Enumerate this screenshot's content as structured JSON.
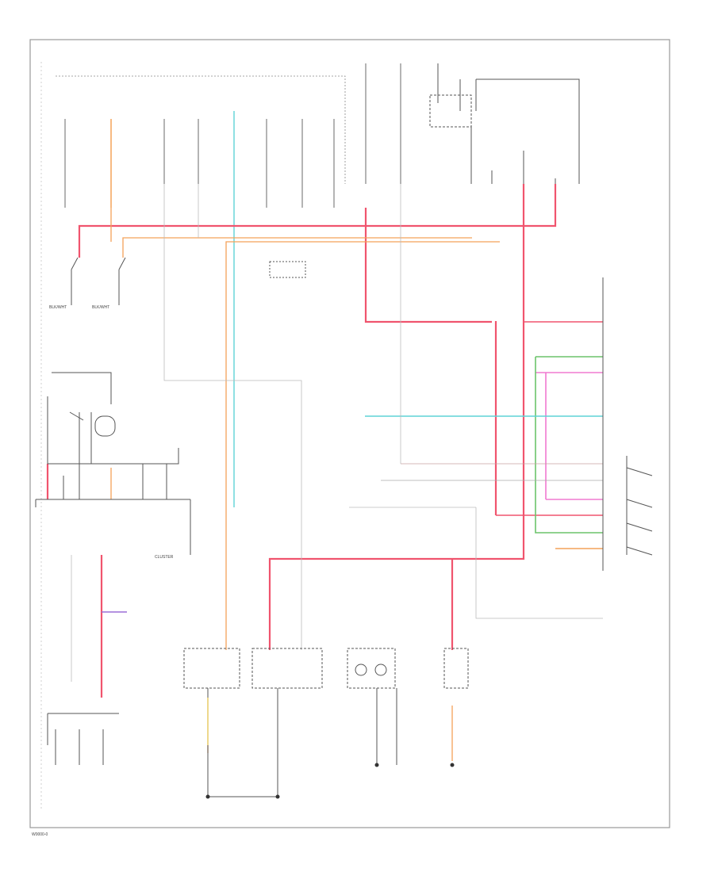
{
  "labels": {
    "left_wire_color": "BLK/WHT",
    "btm_left_wire_color": "BLK/WHT",
    "cluster_label": "CLUSTER",
    "footer_code": "W0000-0"
  },
  "colors": {
    "red": "#f0546e",
    "orange": "#f4a259",
    "cyan": "#5fd3d6",
    "yellow": "#e6d26a",
    "pink": "#f07ad0",
    "green": "#6cc46a",
    "purple": "#9b6fd6",
    "gray": "#9a9a9a",
    "black": "#222222"
  }
}
